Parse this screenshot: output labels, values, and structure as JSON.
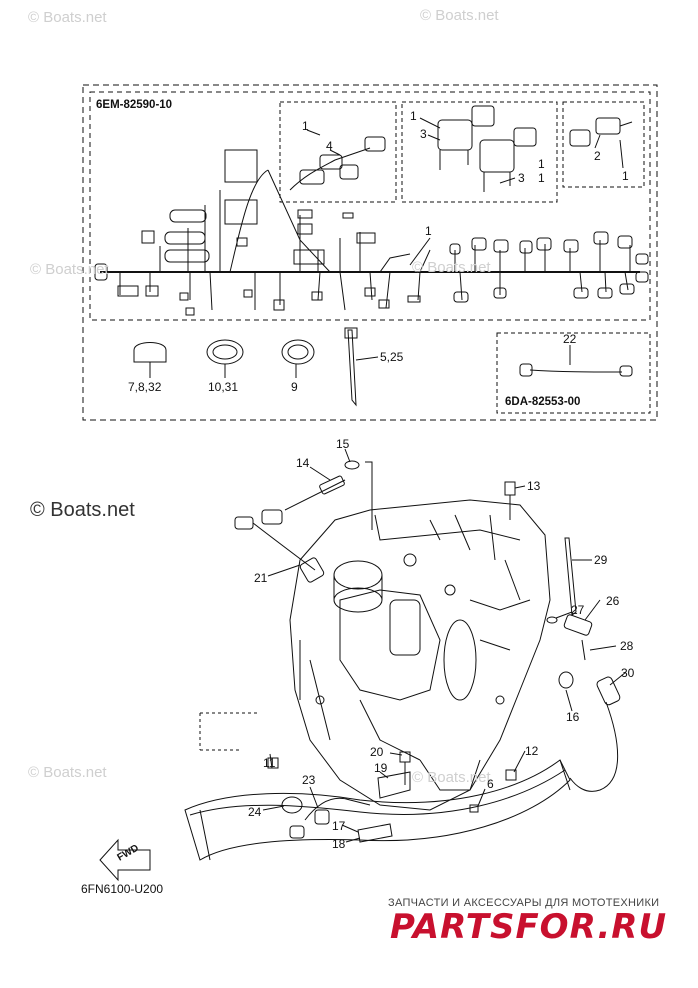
{
  "watermarks": {
    "top_left": "© Boats.net",
    "top_right": "© Boats.net",
    "mid_left": "© Boats.net",
    "mid_center": "© Boats.net",
    "big_left": "© Boats.net",
    "lower_left": "© Boats.net",
    "lower_center": "© Boats.net"
  },
  "harness_box": {
    "code_top": "6EM-82590-10",
    "code_sub": "6DA-82553-00"
  },
  "callouts": {
    "c1_a": "1",
    "c1_b": "1",
    "c1_c": "1",
    "c1_d": "1",
    "c1_e": "1",
    "c1_f": "1",
    "c2": "2",
    "c3_a": "3",
    "c3_b": "3",
    "c4": "4",
    "c22": "22",
    "c7_8_32": "7,8,32",
    "c10_31": "10,31",
    "c9": "9",
    "c5_25": "5,25",
    "c15": "15",
    "c14": "14",
    "c13": "13",
    "c21": "21",
    "c29": "29",
    "c26": "26",
    "c27": "27",
    "c28": "28",
    "c30": "30",
    "c16": "16",
    "c20": "20",
    "c12": "12",
    "c19": "19",
    "c11": "11",
    "c23": "23",
    "c6": "6",
    "c24": "24",
    "c17": "17",
    "c18": "18"
  },
  "footer": {
    "fwd": "FWD",
    "figure_code": "6FN6100-U200",
    "shop_tagline": "ЗАПЧАСТИ И АКСЕССУАРЫ ДЛЯ МОТОТЕХНИКИ",
    "shop_logo": "PARTSFOR.RU"
  }
}
